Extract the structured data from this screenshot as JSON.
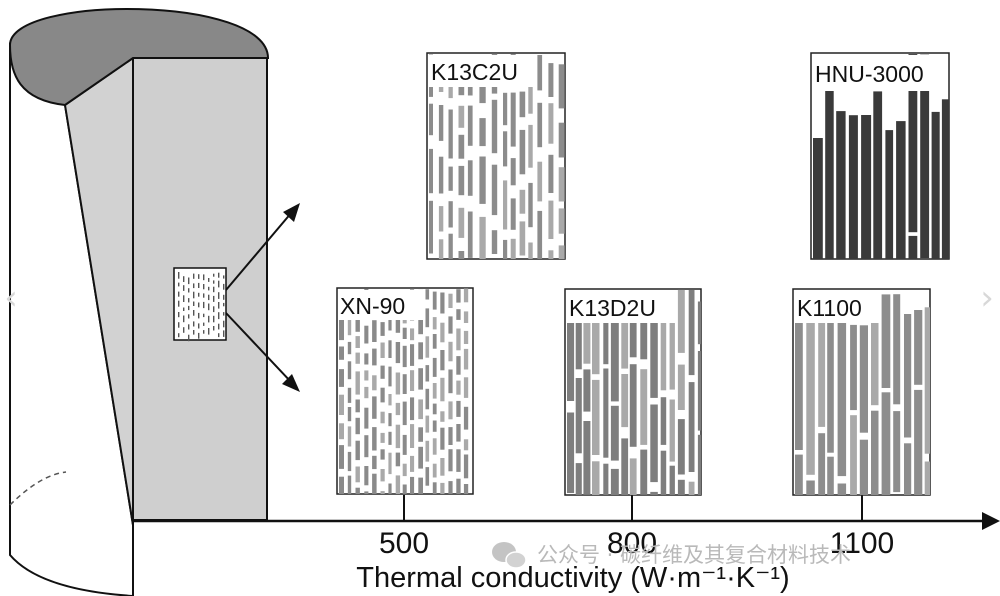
{
  "figure": {
    "axis_title": "Thermal conductivity (W·m⁻¹·K⁻¹)",
    "ticks": [
      "500",
      "800",
      "1100"
    ]
  },
  "panels": [
    {
      "id": "xn90",
      "label": "XN-90",
      "style": "dense-short",
      "fiber_color": "#8a8a8a"
    },
    {
      "id": "k13c2u",
      "label": "K13C2U",
      "style": "sparse-medium",
      "fiber_color": "#8c8c8c"
    },
    {
      "id": "k13d2u",
      "label": "K13D2U",
      "style": "medium-long",
      "fiber_color": "#7e7e7e"
    },
    {
      "id": "k1100",
      "label": "K1100",
      "style": "long",
      "fiber_color": "#8d8d8d"
    },
    {
      "id": "hnu3000",
      "label": "HNU-3000",
      "style": "continuous",
      "fiber_color": "#3a3a3a"
    }
  ],
  "watermark": {
    "icon": "wechat-icon",
    "text": "公众号 · 碳纤维及其复合材料技术"
  }
}
